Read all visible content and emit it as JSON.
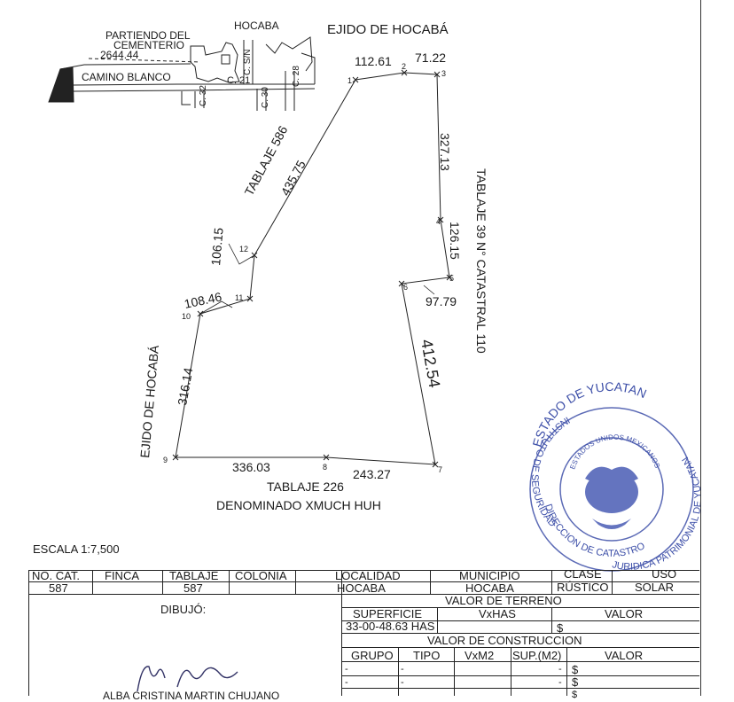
{
  "header": {
    "ejido_top": "EJIDO DE HOCABÁ",
    "town": "HOCABA",
    "start_line1": "PARTIENDO DEL",
    "start_line2": "CEMENTERIO",
    "start_distance": "2644.44",
    "road": "CAMINO BLANCO",
    "streets": [
      "C. 32",
      "C. 21",
      "C. 30",
      "C. 28",
      "C. S/N"
    ]
  },
  "plot": {
    "distances": [
      "112.61",
      "71.22",
      "327.13",
      "126.15",
      "97.79",
      "412.54",
      "243.27",
      "336.03",
      "316.14",
      "108.46",
      "106.15",
      "435.75"
    ],
    "vertices": [
      "1",
      "2",
      "3",
      "4",
      "5",
      "6",
      "7",
      "8",
      "9",
      "10",
      "11",
      "12"
    ],
    "boundaries": {
      "north_west": "TABLAJE 586",
      "east": "TABLAJE 39 N° CATASTRAL 110",
      "west": "EJIDO DE HOCABÁ",
      "south_line1": "TABLAJE 226",
      "south_line2": "DENOMINADO XMUCH HUH"
    }
  },
  "seal": {
    "top": "ESTADO DE YUCATAN",
    "left_arc": "INSTITUTO DE SEGURIDAD",
    "bottom_arc": "DIRECCION DE CATASTRO",
    "right_arc": "JURIDICA PATRIMONIAL DE YUCATAN",
    "inner": "ESTADOS UNIDOS MEXICANOS"
  },
  "scale": "ESCALA 1:7,500",
  "table": {
    "headers": [
      "NO. CAT.",
      "FINCA",
      "TABLAJE",
      "COLONIA",
      "LOCALIDAD",
      "MUNICIPIO",
      "CLASE",
      "USO"
    ],
    "values": [
      "587",
      "",
      "587",
      "",
      "HOCABA",
      "HOCABA",
      "RÚSTICO",
      "SOLAR"
    ],
    "drew_label": "DIBUJÓ:",
    "land_value": {
      "title": "VALOR DE TERRENO",
      "headers": [
        "SUPERFICIE",
        "VxHAS",
        "VALOR"
      ],
      "row": [
        "33-00-48.63 HAS",
        "",
        "$"
      ]
    },
    "construction_value": {
      "title": "VALOR DE  CONSTRUCCION",
      "headers": [
        "GRUPO",
        "TIPO",
        "VxM2",
        "SUP.(M2)",
        "VALOR"
      ],
      "rows": [
        [
          "-",
          "-",
          "",
          "-",
          "$"
        ],
        [
          "-",
          "-",
          "",
          "-",
          "$"
        ],
        [
          "",
          "",
          "",
          "",
          "$"
        ]
      ]
    },
    "drawer_name": "ALBA CRISTINA MARTIN CHUJANO"
  }
}
